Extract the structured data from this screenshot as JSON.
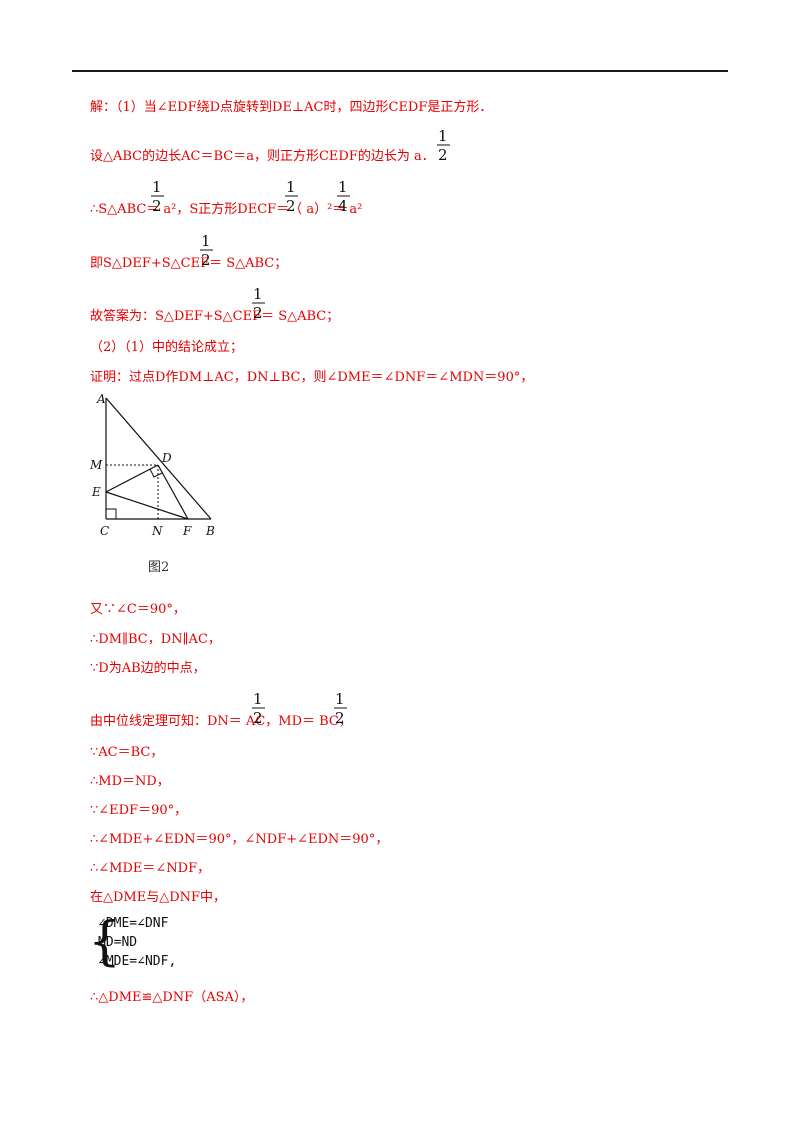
{
  "lines": {
    "l1": "解：（1）当∠EDF绕D点旋转到DE⊥AC时，四边形CEDF是正方形．",
    "l2": "设△ABC的边长AC＝BC＝a，则正方形CEDF的边长为  a．",
    "l3": "∴S△ABC＝  a²，S正方形DECF＝（  a）²＝  a²",
    "l4": "即S△DEF+S△CEF＝  S△ABC；",
    "l5": "故答案为：S△DEF+S△CEF＝  S△ABC；",
    "l6": "（2）（1）中的结论成立；",
    "l7": "证明：过点D作DM⊥AC，DN⊥BC，则∠DME＝∠DNF＝∠MDN＝90°，",
    "l8": "又∵∠C＝90°，",
    "l9": "∴DM∥BC，DN∥AC，",
    "l10": "∵D为AB边的中点，",
    "l11": "由中位线定理可知：DN＝  AC，MD＝  BC，",
    "l12": "∵AC＝BC，",
    "l13": "∴MD＝ND，",
    "l14": "∵∠EDF＝90°，",
    "l15": "∴∠MDE+∠EDN＝90°，∠NDF+∠EDN＝90°，",
    "l16": "∴∠MDE＝∠NDF，",
    "l17": "在△DME与△DNF中，",
    "l18": "∴△DME≌△DNF（ASA），"
  },
  "fractions": {
    "half": "1/2",
    "quarter": "1/4"
  },
  "system": {
    "row1": "∠DME=∠DNF",
    "row2": "MD=ND",
    "row3": "∠MDE=∠NDF,"
  },
  "figure": {
    "labels": {
      "A": "A",
      "M": "M",
      "E": "E",
      "C": "C",
      "N": "N",
      "F": "F",
      "B": "B",
      "D": "D"
    },
    "caption": "图2"
  }
}
